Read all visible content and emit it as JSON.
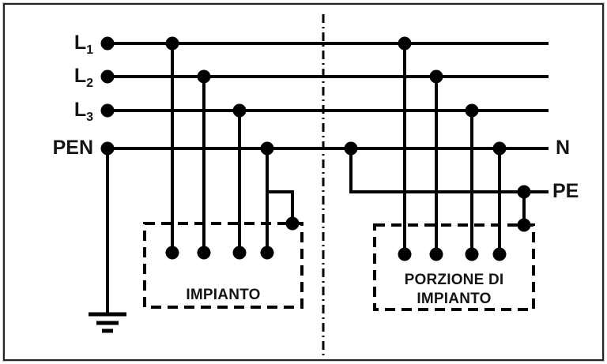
{
  "diagram_title": "",
  "conductors": {
    "left": [
      {
        "base": "L",
        "sub": "1"
      },
      {
        "base": "L",
        "sub": "2"
      },
      {
        "base": "L",
        "sub": "3"
      },
      {
        "base": "PEN",
        "sub": ""
      }
    ],
    "right": [
      {
        "label": "N"
      },
      {
        "label": "PE"
      }
    ]
  },
  "boxes": {
    "impianto": {
      "label": "IMPIANTO"
    },
    "porzione": {
      "line1": "PORZIONE DI",
      "line2": "IMPIANTO"
    }
  },
  "icons": {
    "earth_ground": "earth-ground-symbol",
    "boundary": "dash-dot-boundary-line"
  },
  "colors": {
    "line": "#000000",
    "dot": "#000000",
    "text": "#141414",
    "frame": "#242424",
    "background": "#ffffff"
  }
}
